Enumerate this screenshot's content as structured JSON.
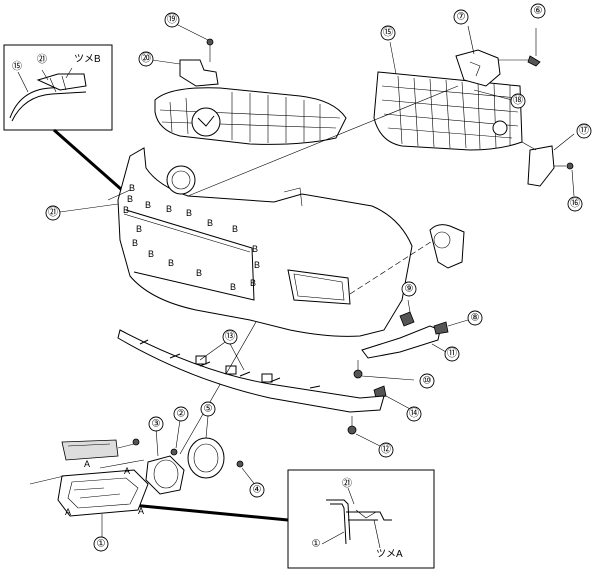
{
  "callouts": [
    {
      "id": "c1",
      "label": "①"
    },
    {
      "id": "c2",
      "label": "②"
    },
    {
      "id": "c3",
      "label": "③"
    },
    {
      "id": "c4",
      "label": "④"
    },
    {
      "id": "c5",
      "label": "⑤"
    },
    {
      "id": "c6",
      "label": "⑥"
    },
    {
      "id": "c7",
      "label": "⑦"
    },
    {
      "id": "c8",
      "label": "⑧"
    },
    {
      "id": "c9",
      "label": "⑨"
    },
    {
      "id": "c10",
      "label": "⑩"
    },
    {
      "id": "c11",
      "label": "⑪"
    },
    {
      "id": "c12",
      "label": "⑫"
    },
    {
      "id": "c13",
      "label": "⑬"
    },
    {
      "id": "c14",
      "label": "⑭"
    },
    {
      "id": "c15",
      "label": "⑮"
    },
    {
      "id": "c16",
      "label": "⑯"
    },
    {
      "id": "c17",
      "label": "⑰"
    },
    {
      "id": "c18",
      "label": "⑱"
    },
    {
      "id": "c19",
      "label": "⑲"
    },
    {
      "id": "c20",
      "label": "⑳"
    },
    {
      "id": "c21",
      "label": "㉑"
    }
  ],
  "markers": {
    "b": "B",
    "a": "A"
  },
  "detail_top": {
    "part_15": "⑮",
    "part_21": "㉑",
    "tab_label": "ツメB"
  },
  "detail_bottom": {
    "part_21": "㉑",
    "part_1": "①",
    "tab_label": "ツメA"
  }
}
